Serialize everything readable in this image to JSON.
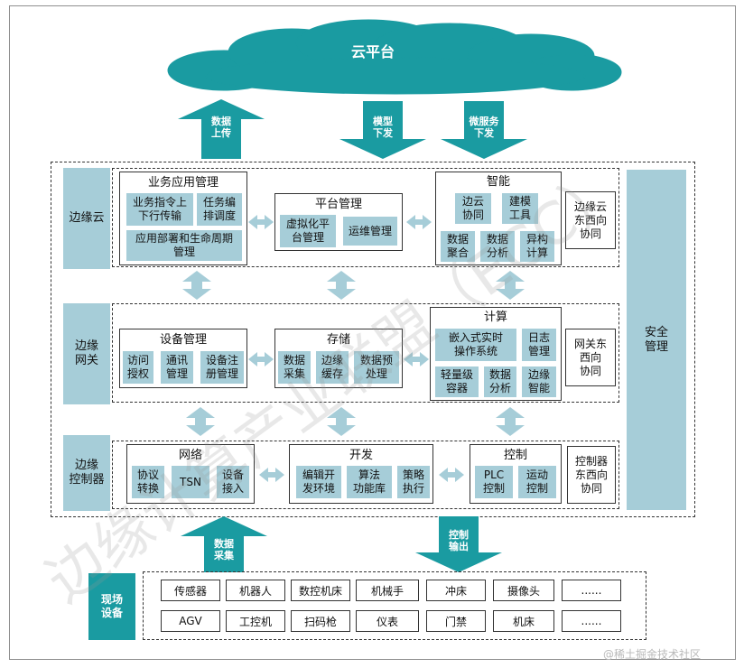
{
  "cloud": {
    "label": "云平台"
  },
  "top_arrows": {
    "upload": "数据\n上传",
    "model": "模型\n下发",
    "micro": "微服务\n下发"
  },
  "security": "安全\n管理",
  "edge_cloud": {
    "label": "边缘云",
    "business": {
      "title": "业务应用管理",
      "items": [
        "业务指令上\n下行传输",
        "任务编\n排调度",
        "应用部署和生命周期\n管理"
      ]
    },
    "platform": {
      "title": "平台管理",
      "items": [
        "虚拟化平\n台管理",
        "运维管理"
      ]
    },
    "intelligence": {
      "title": "智能",
      "items": [
        "边云\n协同",
        "建模\n工具",
        "数据\n聚合",
        "数据\n分析",
        "异构\n计算"
      ]
    },
    "ew": "边缘云\n东西向\n协同"
  },
  "edge_gateway": {
    "label": "边缘\n网关",
    "device": {
      "title": "设备管理",
      "items": [
        "访问\n授权",
        "通讯\n管理",
        "设备注\n册管理"
      ]
    },
    "storage": {
      "title": "存储",
      "items": [
        "数据\n采集",
        "边缘\n缓存",
        "数据预\n处理"
      ]
    },
    "compute": {
      "title": "计算",
      "items": [
        "嵌入式实时\n操作系统",
        "日志\n管理",
        "轻量级\n容器",
        "数据\n分析",
        "边缘\n智能"
      ]
    },
    "ew": "网关东\n西向\n协同"
  },
  "edge_controller": {
    "label": "边缘\n控制器",
    "network": {
      "title": "网络",
      "items": [
        "协议\n转换",
        "TSN",
        "设备\n接入"
      ]
    },
    "dev": {
      "title": "开发",
      "items": [
        "编辑开\n发环境",
        "算法\n功能库",
        "策略\n执行"
      ]
    },
    "control": {
      "title": "控制",
      "items": [
        "PLC\n控制",
        "运动\n控制"
      ]
    },
    "ew": "控制器\n东西向\n协同"
  },
  "bottom_arrows": {
    "collect": "数据\n采集",
    "output": "控制\n输出"
  },
  "field": {
    "label": "现场\n设备",
    "row1": [
      "传感器",
      "机器人",
      "数控机床",
      "机械手",
      "冲床",
      "摄像头",
      "......"
    ],
    "row2": [
      "AGV",
      "工控机",
      "扫码枪",
      "仪表",
      "门禁",
      "机床",
      "......"
    ]
  },
  "watermark": {
    "text": "边缘计算产业联盟（ECC）"
  },
  "credit": "@稀土掘金技术社区",
  "colors": {
    "teal": "#1a9ba1",
    "label_blue": "#a6cdd8",
    "arrow_blue": "#a6cdd8"
  }
}
